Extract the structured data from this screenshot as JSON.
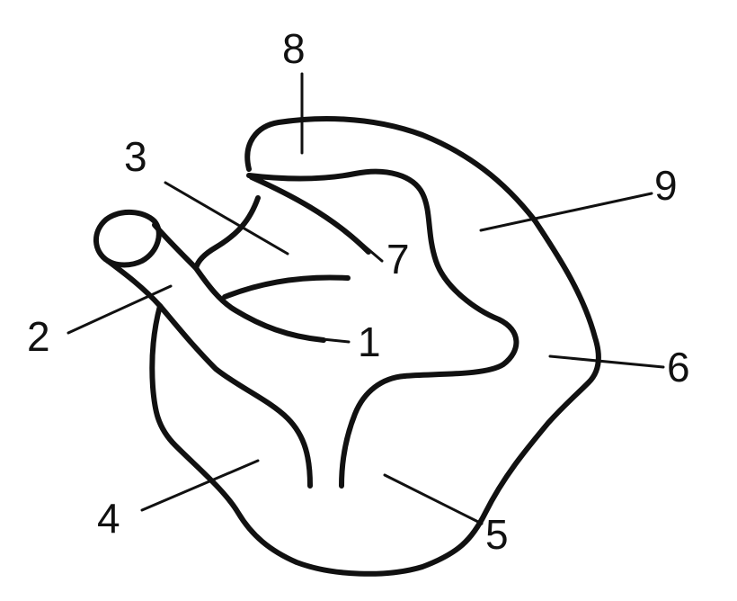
{
  "diagram": {
    "labels": [
      {
        "id": "label-1",
        "text": "1"
      },
      {
        "id": "label-2",
        "text": "2"
      },
      {
        "id": "label-3",
        "text": "3"
      },
      {
        "id": "label-4",
        "text": "4"
      },
      {
        "id": "label-5",
        "text": "5"
      },
      {
        "id": "label-6",
        "text": "6"
      },
      {
        "id": "label-7",
        "text": "7"
      },
      {
        "id": "label-8",
        "text": "8"
      },
      {
        "id": "label-9",
        "text": "9"
      }
    ]
  }
}
